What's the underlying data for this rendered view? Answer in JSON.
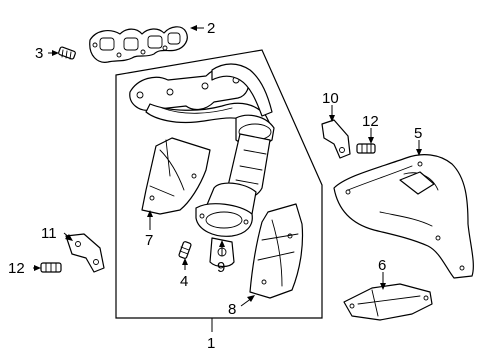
{
  "callouts": [
    {
      "id": "1",
      "label": "1"
    },
    {
      "id": "2",
      "label": "2"
    },
    {
      "id": "3",
      "label": "3"
    },
    {
      "id": "4",
      "label": "4"
    },
    {
      "id": "5",
      "label": "5"
    },
    {
      "id": "6",
      "label": "6"
    },
    {
      "id": "7",
      "label": "7"
    },
    {
      "id": "8",
      "label": "8"
    },
    {
      "id": "9",
      "label": "9"
    },
    {
      "id": "10",
      "label": "10"
    },
    {
      "id": "11",
      "label": "11"
    },
    {
      "id": "12a",
      "label": "12"
    },
    {
      "id": "12b",
      "label": "12"
    }
  ],
  "colors": {
    "ink": "#000000",
    "background": "#ffffff"
  }
}
